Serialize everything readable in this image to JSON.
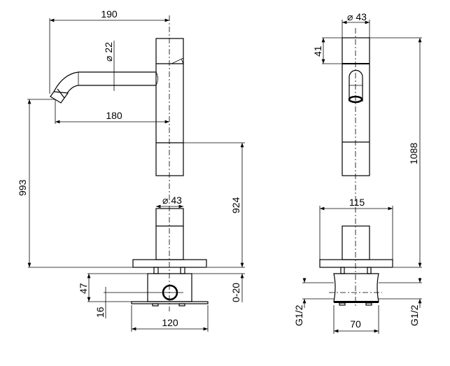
{
  "side_view": {
    "dim_spout_reach_outer": "190",
    "dim_spout_diameter": "⌀ 22",
    "dim_spout_reach_inner": "180",
    "dim_outlet_height": "993",
    "dim_body_diameter": "⌀ 43",
    "dim_body_height": "924",
    "dim_adjust_range": "0-20",
    "dim_valve_height": "47",
    "dim_inlet_height": "16",
    "dim_base_width": "120"
  },
  "front_view": {
    "dim_body_diameter": "⌀ 43",
    "dim_cap_height": "41",
    "dim_total_height": "1088",
    "dim_plate_width": "115",
    "dim_inlet_left": "G1/2",
    "dim_inlet_right": "G1/2",
    "dim_valve_width": "70"
  },
  "colors": {
    "line": "#000000",
    "background": "#ffffff"
  }
}
